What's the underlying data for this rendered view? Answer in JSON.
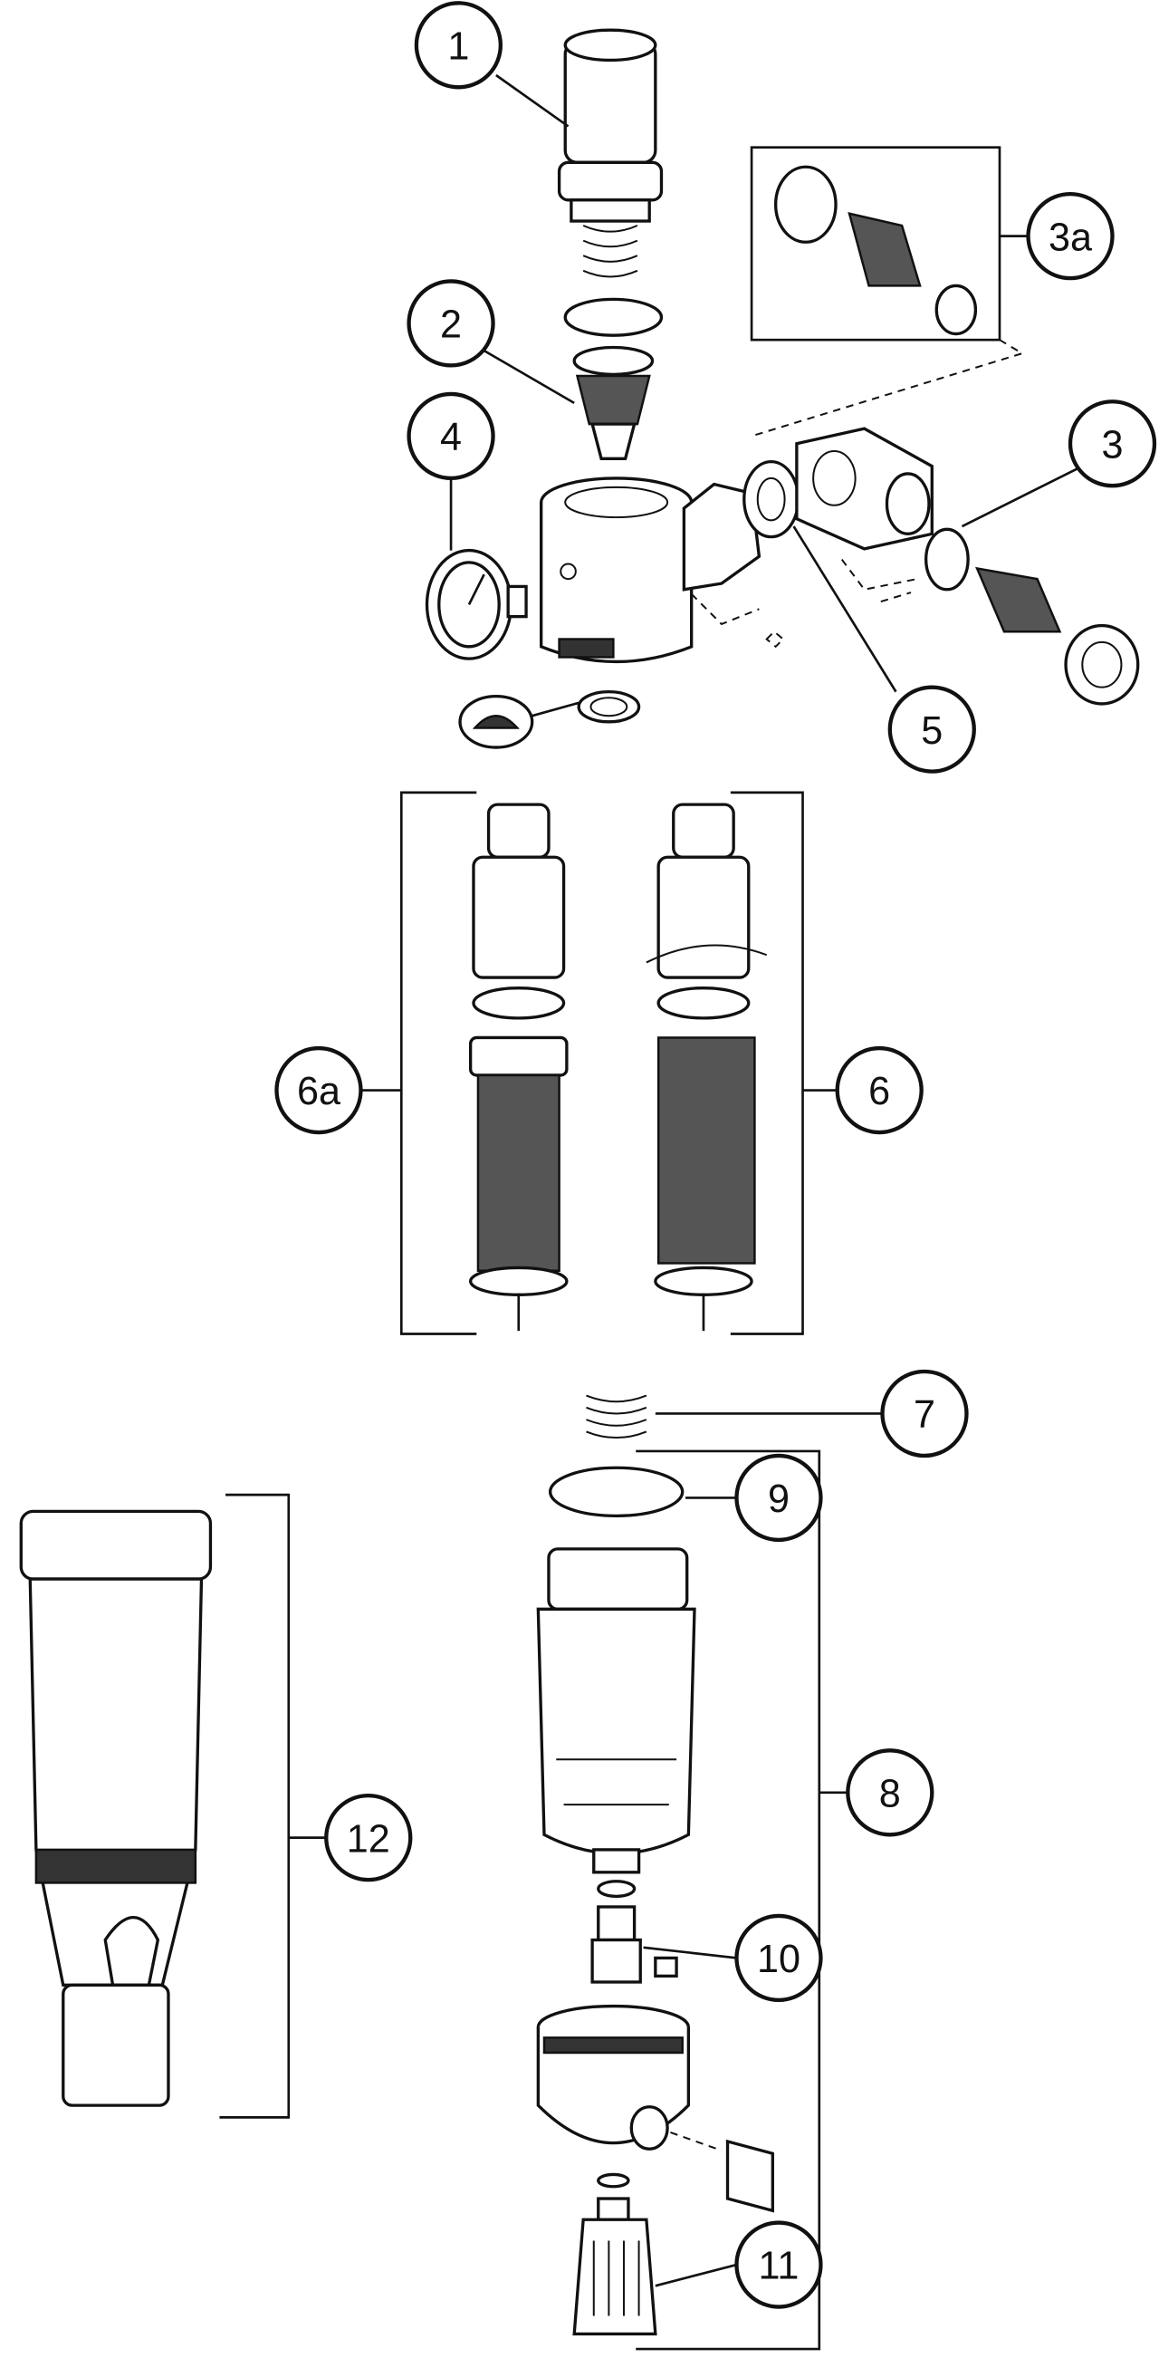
{
  "diagram": {
    "title": "Exploded parts view",
    "callouts": {
      "c1": "1",
      "c2": "2",
      "c3": "3",
      "c3a": "3a",
      "c4": "4",
      "c5": "5",
      "c6": "6",
      "c6a": "6a",
      "c7": "7",
      "c8": "8",
      "c9": "9",
      "c10": "10",
      "c11": "11",
      "c12": "12"
    },
    "colors": {
      "line": "#111111",
      "background": "#ffffff"
    }
  }
}
